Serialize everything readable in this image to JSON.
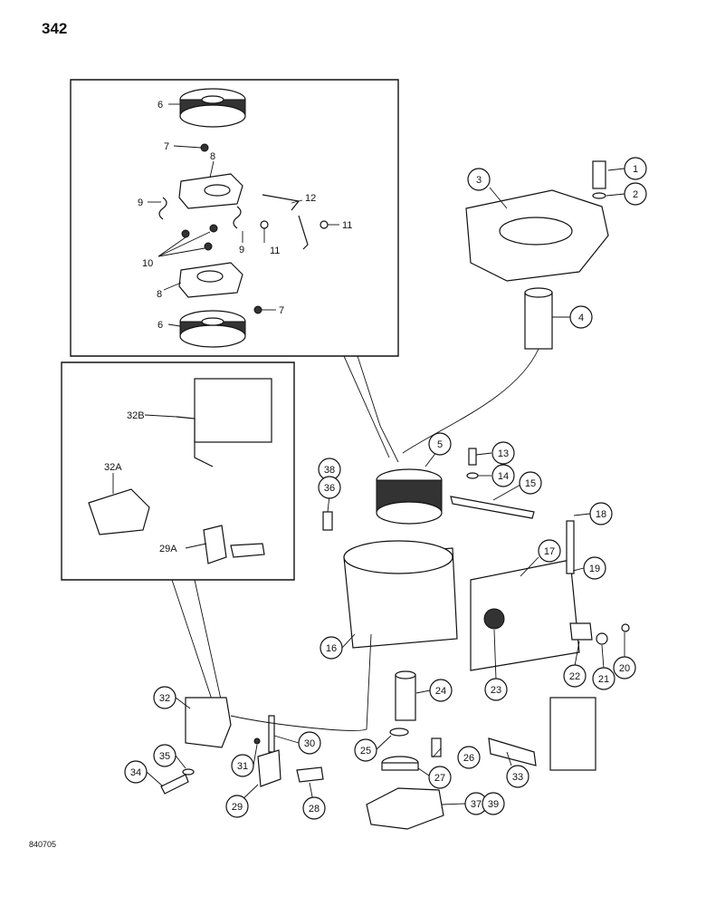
{
  "page": {
    "number": "342",
    "doc_code": "840705"
  },
  "callouts": [
    {
      "label": "1"
    },
    {
      "label": "2"
    },
    {
      "label": "3"
    },
    {
      "label": "4"
    },
    {
      "label": "5"
    },
    {
      "label": "13"
    },
    {
      "label": "14"
    },
    {
      "label": "15"
    },
    {
      "label": "38"
    },
    {
      "label": "36"
    },
    {
      "label": "18"
    },
    {
      "label": "17"
    },
    {
      "label": "19"
    },
    {
      "label": "16"
    },
    {
      "label": "23"
    },
    {
      "label": "22"
    },
    {
      "label": "21"
    },
    {
      "label": "20"
    },
    {
      "label": "24"
    },
    {
      "label": "25"
    },
    {
      "label": "26"
    },
    {
      "label": "27"
    },
    {
      "label": "33"
    },
    {
      "label": "37"
    },
    {
      "label": "39"
    },
    {
      "label": "32"
    },
    {
      "label": "30"
    },
    {
      "label": "31"
    },
    {
      "label": "35"
    },
    {
      "label": "34"
    },
    {
      "label": "29"
    },
    {
      "label": "28"
    }
  ],
  "inset_labels": [
    {
      "label": "6"
    },
    {
      "label": "7"
    },
    {
      "label": "8"
    },
    {
      "label": "9"
    },
    {
      "label": "12"
    },
    {
      "label": "11"
    },
    {
      "label": "9"
    },
    {
      "label": "11"
    },
    {
      "label": "10"
    },
    {
      "label": "8"
    },
    {
      "label": "7"
    },
    {
      "label": "6"
    },
    {
      "label": "32B"
    },
    {
      "label": "32A"
    },
    {
      "label": "29A"
    }
  ]
}
